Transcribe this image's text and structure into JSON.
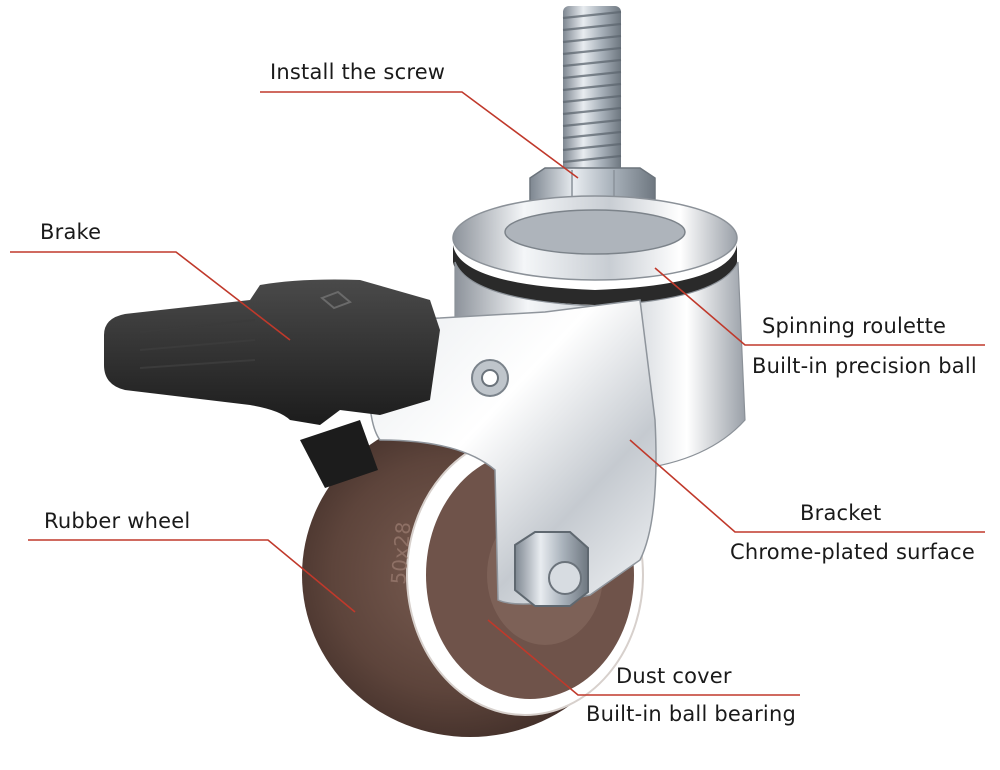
{
  "labels": {
    "install_screw": "Install the screw",
    "brake": "Brake",
    "spinning_roulette": "Spinning roulette",
    "precision_ball": "Built-in precision ball",
    "bracket": "Bracket",
    "chrome_surface": "Chrome-plated surface",
    "rubber_wheel": "Rubber wheel",
    "dust_cover": "Dust cover",
    "ball_bearing": "Built-in ball bearing"
  },
  "wheel_marking": "50x28",
  "colors": {
    "leader_line": "#c0392b",
    "text": "#1a1a1a",
    "chrome": "#d9dde2",
    "rubber": "#5a423a",
    "brake": "#2b2b2b"
  }
}
